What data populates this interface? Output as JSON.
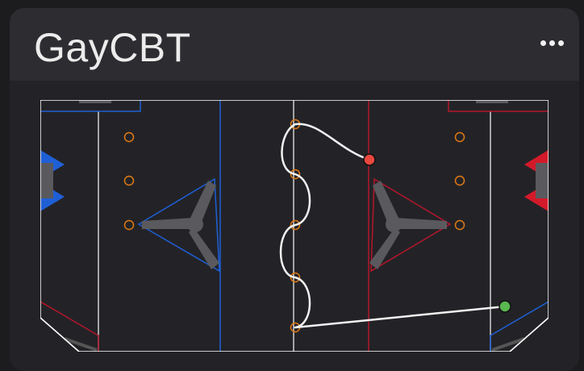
{
  "card": {
    "title": "GayCBT",
    "menu_icon": "more-horizontal-icon"
  },
  "field": {
    "colors": {
      "background": "#232327",
      "border": "#ffffff",
      "blue_alliance": "#1f5fd6",
      "red_alliance": "#d31a2a",
      "hub": "#5a5a5e",
      "ring": "#e07a14",
      "path": "#f2f2f2",
      "start_point": "#e8473d",
      "end_point": "#59b84f"
    },
    "path_start": "red-dot",
    "path_end": "green-dot"
  }
}
